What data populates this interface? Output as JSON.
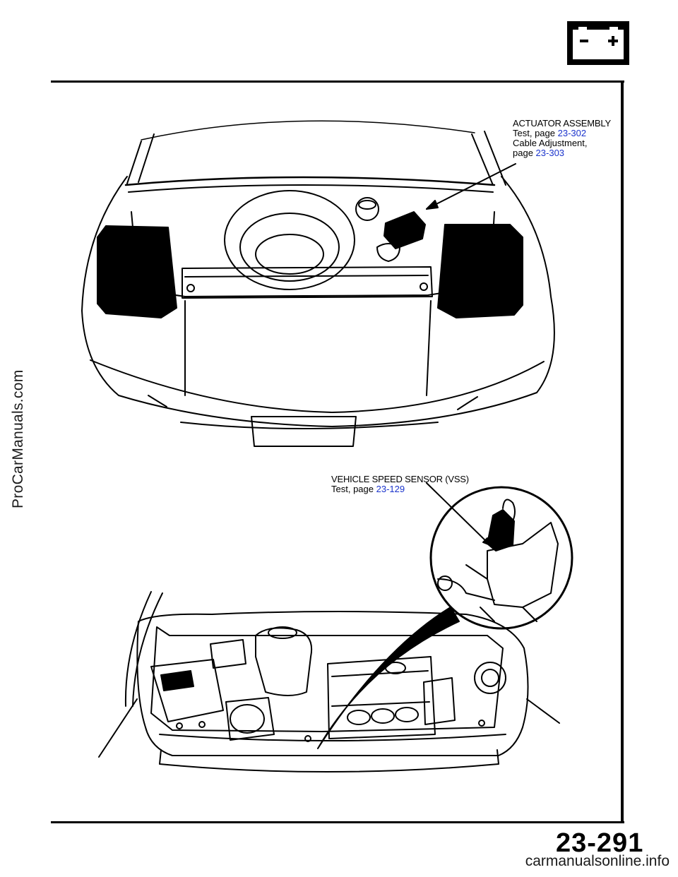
{
  "page": {
    "number": "23-291"
  },
  "watermarks": {
    "side": "ProCarManuals.com",
    "bottom": "carmanualsonline.info"
  },
  "icons": {
    "header": "battery-icon"
  },
  "callouts": {
    "actuator": {
      "title": "ACTUATOR ASSEMBLY",
      "line1_prefix": "Test,  page ",
      "line1_link": "23-302",
      "line2": "Cable  Adjustment,",
      "line3_prefix": "page ",
      "line3_link": "23-303"
    },
    "vss": {
      "title": "VEHICLE SPEED SENSOR (VSS)",
      "line1_prefix": "Test,  page ",
      "line1_link": "23-129"
    }
  }
}
